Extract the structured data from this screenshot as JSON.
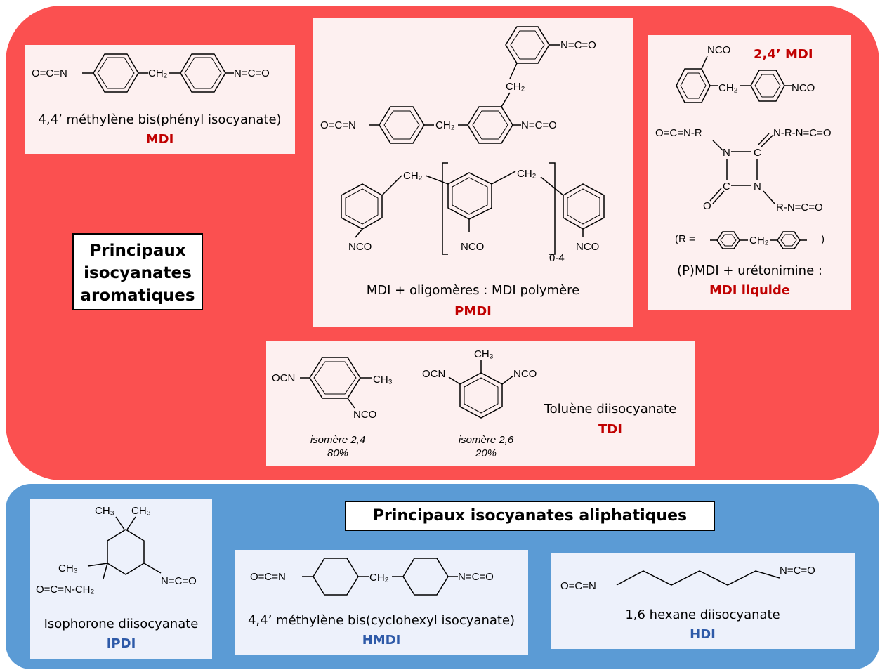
{
  "colors": {
    "aromatic_bg": "#fb5050",
    "aliphatic_bg": "#5b9bd5",
    "aromatic_card": "#fdf0f0",
    "aliphatic_card": "#edf1fb",
    "aromatic_acronym": "#c00000",
    "aliphatic_acronym": "#2e5aa8"
  },
  "aromatic": {
    "title": "Principaux isocyanates aromatiques",
    "mdi": {
      "name": "4,4’ méthylène bis(phényl isocyanate)",
      "acronym": "MDI"
    },
    "pmdi": {
      "name": "MDI + oligomères : MDI polymère",
      "acronym": "PMDI",
      "repeat": "0-4"
    },
    "liquid_mdi": {
      "label_24": "2,4’ MDI",
      "r_def": "(R =",
      "r_close": ")",
      "name": "(P)MDI + urétonimine :",
      "acronym": "MDI liquide"
    },
    "tdi": {
      "name": "Toluène diisocyanate",
      "acronym": "TDI",
      "isomers": [
        {
          "label": "isomère 2,4",
          "share": "80%"
        },
        {
          "label": "isomère 2,6",
          "share": "20%"
        }
      ]
    }
  },
  "aliphatic": {
    "title": "Principaux isocyanates aliphatiques",
    "ipdi": {
      "name": "Isophorone diisocyanate",
      "acronym": "IPDI"
    },
    "hmdi": {
      "name": "4,4’ méthylène bis(cyclohexyl isocyanate)",
      "acronym": "HMDI"
    },
    "hdi": {
      "name": "1,6 hexane diisocyanate",
      "acronym": "HDI"
    }
  },
  "formula_labels": {
    "nco_left": "O=C=N",
    "nco_right": "N=C=O",
    "nco": "NCO",
    "ocn": "OCN",
    "ch2": "CH₂",
    "ch3": "CH₃",
    "ocnr": "O=C=N-R",
    "nrnco": "N-R-N=C=O",
    "rnco": "R-N=C=O",
    "n": "N",
    "c": "C",
    "o": "O",
    "ocn_ch2": "O=C=N-CH₂"
  }
}
